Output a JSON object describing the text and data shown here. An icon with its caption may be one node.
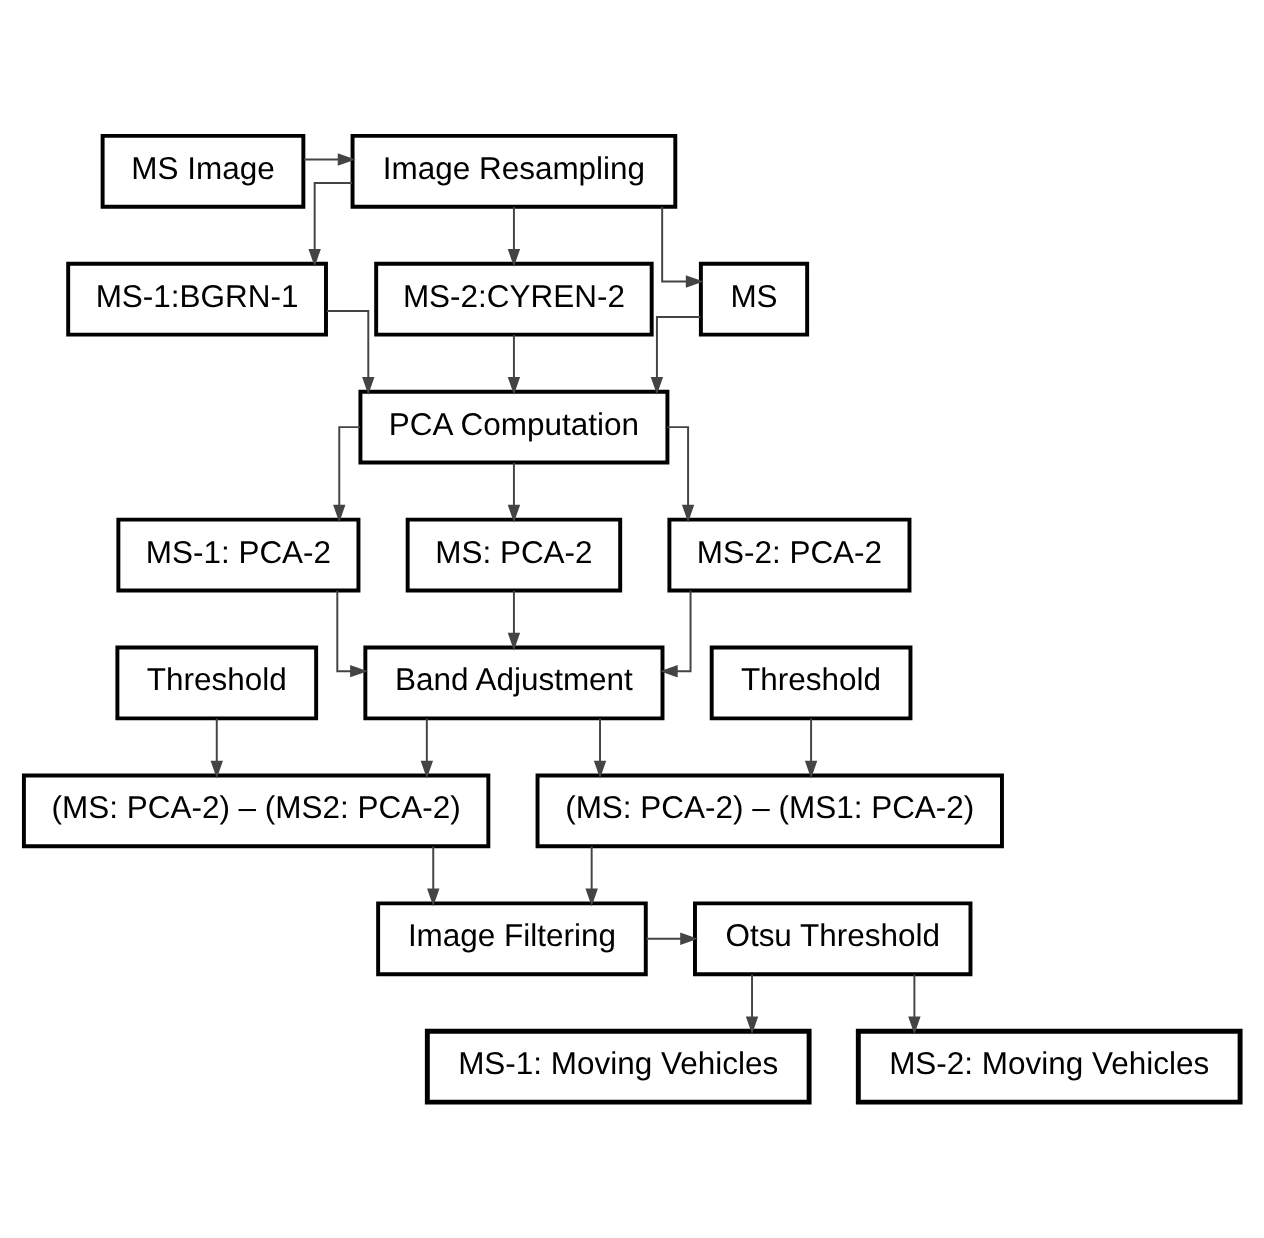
{
  "diagram": {
    "nodes": [
      {
        "text": [
          "MS Image"
        ]
      },
      {
        "text": [
          "Image Resampling"
        ]
      },
      {
        "text": [
          "MS-1:BGRN-1"
        ]
      },
      {
        "text": [
          "MS-2:CYREN-2"
        ]
      },
      {
        "text": [
          "MS"
        ]
      },
      {
        "text": [
          "PCA Computation"
        ]
      },
      {
        "text": [
          "MS-1: PCA-2"
        ]
      },
      {
        "text": [
          "MS: PCA-2"
        ]
      },
      {
        "text": [
          "MS-2: PCA-2"
        ]
      },
      {
        "text": [
          "Threshold"
        ]
      },
      {
        "text": [
          "Band Adjustment"
        ]
      },
      {
        "text": [
          "Threshold"
        ]
      },
      {
        "text": [
          "(MS: PCA-2) – (MS2: PCA-2)"
        ]
      },
      {
        "text": [
          "(MS: PCA-2) – (MS1: PCA-2)"
        ]
      },
      {
        "text": [
          "Image Filtering"
        ]
      },
      {
        "text": [
          "Otsu Threshold"
        ]
      },
      {
        "text": [
          "MS-1: Moving Vehicles"
        ]
      },
      {
        "text": [
          "MS-2: Moving Vehicles"
        ]
      }
    ],
    "edges": [
      {
        "from": 0,
        "to": 1,
        "arrow": "to"
      },
      {
        "from": 1,
        "to": 2,
        "arrow": "to"
      },
      {
        "from": 1,
        "to": 3,
        "arrow": "to"
      },
      {
        "from": 1,
        "to": 4,
        "arrow": "to"
      },
      {
        "from": 2,
        "to": 5,
        "arrow": "to"
      },
      {
        "from": 3,
        "to": 5,
        "arrow": "to"
      },
      {
        "from": 4,
        "to": 5,
        "arrow": "to"
      },
      {
        "from": 5,
        "to": 6,
        "arrow": "to"
      },
      {
        "from": 5,
        "to": 7,
        "arrow": "to"
      },
      {
        "from": 5,
        "to": 8,
        "arrow": "to"
      },
      {
        "from": 6,
        "to": 10,
        "arrow": "to"
      },
      {
        "from": 7,
        "to": 10,
        "arrow": "to"
      },
      {
        "from": 8,
        "to": 10,
        "arrow": "to"
      },
      {
        "from": 9,
        "to": 12,
        "arrow": "to"
      },
      {
        "from": 10,
        "to": 12,
        "arrow": "to"
      },
      {
        "from": 10,
        "to": 13,
        "arrow": "to"
      },
      {
        "from": 11,
        "to": 13,
        "arrow": "to"
      },
      {
        "from": 12,
        "to": 14,
        "arrow": "to"
      },
      {
        "from": 13,
        "to": 14,
        "arrow": "to"
      },
      {
        "from": 14,
        "to": 15,
        "arrow": "to"
      },
      {
        "from": 15,
        "to": 16,
        "arrow": "to"
      },
      {
        "from": 15,
        "to": 17,
        "arrow": "to"
      }
    ]
  }
}
